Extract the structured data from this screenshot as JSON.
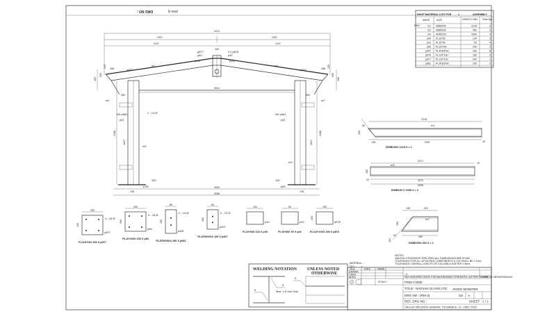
{
  "drawing": {
    "drg_no_label": "DRG NO :",
    "drg_no_value": "(RM-3)",
    "frame_dims": {
      "overall_top": "4414",
      "half_left": "2207",
      "half_right": "2207",
      "inner_left": "2107",
      "inner_right": "2107",
      "apex_gap": "200",
      "tie_length": "2814",
      "base_inner": "2600",
      "base_overall": "3068",
      "base_left": "136",
      "base_right": "136",
      "col_height": "2488",
      "col_mid": "1047",
      "left_offset": "268",
      "right_offset": "268",
      "eave_rise": "225",
      "eave_depth": "450",
      "eave_inner": "300",
      "knee": "400",
      "gusset": "450"
    },
    "frame_labels": {
      "rafter_left": "m1",
      "rafter_right": "m1",
      "col_left": "m3",
      "col_right": "m3",
      "knee_left": "m2",
      "knee_right": "m2",
      "apex_a": "p877",
      "apex_b": "p40",
      "apex_c": "2 x p876",
      "apex_d": "p41",
      "apex_e": "p407",
      "apex_f": "p407",
      "eave_l": "p407",
      "eave_r": "p407",
      "bolt_note": "2 - 14 Ø",
      "bolt_l": "p41",
      "bolt_ref_l": "NS p581",
      "bolt_ref_r": "NS p581",
      "bolt_r": "p41",
      "base_l": "p 84",
      "base_r": "p84",
      "base_dim_l": "100",
      "base_dim_r": "100",
      "apex_spacing": [
        "50",
        "50",
        "50",
        "50"
      ]
    },
    "parts": [
      {
        "label": "ISMB150X 2218 X = 1",
        "mark": "m1",
        "length": "2218",
        "sub": "2087",
        "end": "136",
        "tail": "15",
        "h": "150",
        "k": "54"
      },
      {
        "label": "ISMB150 X 2096 X = 3",
        "mark": "m3",
        "length": "2071",
        "bot": "2071",
        "overall": "2096",
        "end_l": "15",
        "end_r": "15",
        "h": "150"
      },
      {
        "label": "ISMB150X 460 X = 2",
        "mark": "m2",
        "a": "136",
        "b": "324",
        "total": "460",
        "h": "150",
        "k": "61",
        "d": "164"
      }
    ],
    "details": [
      {
        "caption": "PL110*16X 200 X p877",
        "note": "4 - 18 Ø",
        "mark": "p877",
        "w": "200",
        "inner": "130",
        "h": "130"
      },
      {
        "caption": "PL16*200X 200 X p84",
        "note": "4 - 18 Ø",
        "mark": "p84",
        "w": "200",
        "inner": "140",
        "h": "200"
      },
      {
        "caption": "PLATE8*60X 250 X p581",
        "note": "2 - 14 Ø",
        "mark": "p581",
        "w": "60",
        "h": "250"
      },
      {
        "caption": "PLATE8*60X 160 X p407",
        "note": "2 - 14 Ø",
        "mark": "p407",
        "w": "60",
        "h": "160"
      },
      {
        "caption": "PL16*80X 134 X p40",
        "mark": "p40",
        "w": "134"
      },
      {
        "caption": "PL16*80X 50 X p41",
        "mark": "p41",
        "w": "50"
      },
      {
        "caption": "PL110*100X 150 X p876",
        "mark": "p876",
        "w": "100",
        "h": "150"
      }
    ],
    "material_list": {
      "title": "SHOP MATERIAL LIST FOR",
      "qty": "1",
      "title_end": "ASSEMBLY",
      "headers": [
        "MARK",
        "SIZE",
        "LENGTH MM",
        "Total Qty."
      ],
      "prefix": "RM3",
      "rows": [
        [
          "m1",
          "ISMB150",
          "2218",
          "2"
        ],
        [
          "m2",
          "ISMB150",
          "460",
          "2"
        ],
        [
          "m3",
          "ISMB150",
          "2096",
          "2"
        ],
        [
          "p40",
          "PL16*80",
          "134",
          "2"
        ],
        [
          "p41",
          "PL16*50",
          "50",
          "4"
        ],
        [
          "p84",
          "PL16*200",
          "200",
          "2"
        ],
        [
          "p407",
          "PLATE8*60",
          "160",
          "6"
        ],
        [
          "p876",
          "PL110*100",
          "150",
          "2"
        ],
        [
          "p877",
          "PL110*100",
          "200",
          "1"
        ],
        [
          "p581",
          "PLATE8*60",
          "250",
          "2"
        ]
      ]
    },
    "welding": {
      "title": "WELDING NOTATION",
      "unless": "UNLESS NOTED",
      "otherwise": "OTHERWISE",
      "gap": "Max. 1.5 mm Gap",
      "sym_a": "5",
      "sym_b": "5",
      "sym_c": "5",
      "sym_d": "5"
    },
    "title_block": {
      "material_label": "MATERIAL :-",
      "qty_label": "QTY :-",
      "qty_value": "1",
      "year": "2011",
      "date_label": "DATE",
      "name_label": "NAME",
      "drawn": "DRAWN",
      "chkd": "CHKD",
      "appd": "APPD",
      "scale_label": "SCALE :",
      "notes_title": "NOTES:",
      "note1": "UNLESS OTHERWISE SPECIFIED ALL DIMENSIONS ARE IN MM.",
      "note2": "TOLERANCE FOR ALL ATTACHED COMPONENTS & C/D SHALL BE ± 1mm.",
      "note3": "TOLERANCE OVERALL LENGTH OF COLUMN & RAFTER ± 3mm.",
      "rev_marker": "a",
      "rev_text": "REV  MODIFIED ROOF FOR INCREASING STRENGTH / AS PER TECHNICAL MEMORANDUM",
      "rev_date": "DATE",
      "item_code": "ITEM CODE :",
      "title_label": "TITLE :",
      "client": "NAVSAN GLASS LTD.",
      "subject": "ROOF MONITER",
      "drg_no_label": "DRG NO :",
      "drg_no": "(RM-3)",
      "sz_label": "SZ.",
      "sz": "A",
      "ref_label": "REF. DRG NO :",
      "sheet": "SHEET : 1 / 1",
      "tolerance": "UNLESS SPECIFIED GENERAL TOLERANCE : IS - 1852 / 2015"
    }
  }
}
